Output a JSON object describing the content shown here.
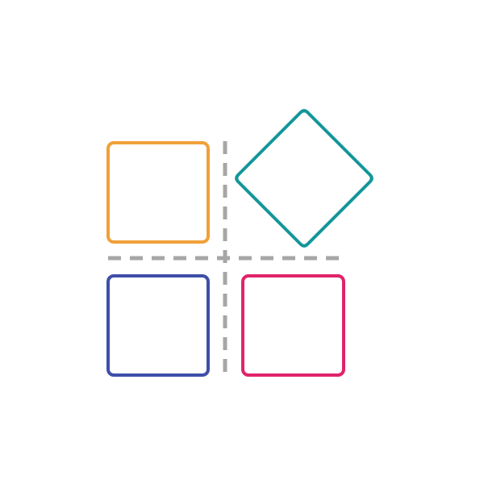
{
  "icon": {
    "name": "grid-layout-icon",
    "description_free": true,
    "colors": {
      "background": "#ffffff",
      "top_left_square": "#f0a03a",
      "top_right_diamond": "#14969a",
      "bottom_left_square": "#3f4fa8",
      "bottom_right_square": "#e0246a",
      "divider_lines": "#a6a6a6"
    },
    "shapes": [
      "top-left-square",
      "top-right-diamond",
      "bottom-left-square",
      "bottom-right-square"
    ],
    "dividers": [
      "vertical-divider",
      "horizontal-divider"
    ]
  }
}
